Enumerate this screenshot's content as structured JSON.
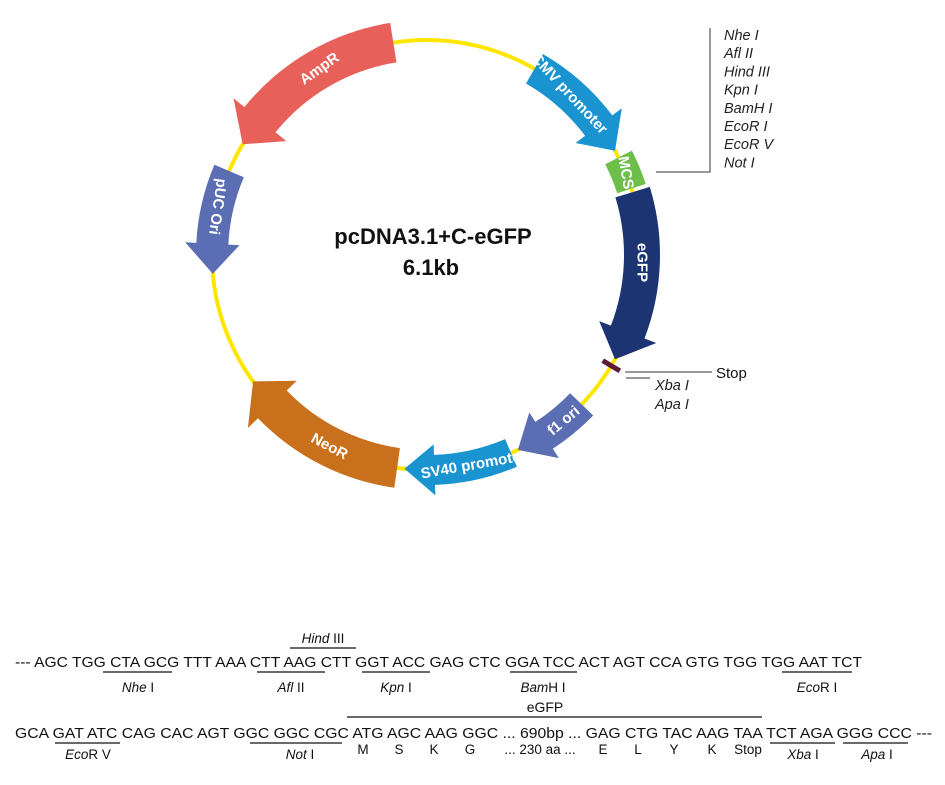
{
  "plasmid": {
    "name": "pcDNA3.1+C-eGFP",
    "size": "6.1kb",
    "backbone_color": "#ffe600",
    "features": [
      {
        "label": "CMV promoter",
        "color": "#1a93d1"
      },
      {
        "label": "MCS",
        "color": "#6dbf4a"
      },
      {
        "label": "eGFP",
        "color": "#1c3572"
      },
      {
        "label": "f1 ori",
        "color": "#5b6db3"
      },
      {
        "label": "SV40 promoter",
        "color": "#1a93d1"
      },
      {
        "label": "NeoR",
        "color": "#c8701c"
      },
      {
        "label": "pUC Ori",
        "color": "#5b6db3"
      },
      {
        "label": "AmpR",
        "color": "#e8605a"
      }
    ],
    "mcs_sites": [
      "Nhe I",
      "Afl II",
      "Hind III",
      "Kpn I",
      "BamH I",
      "EcoR I",
      "EcoR V",
      "Not I"
    ],
    "stop_label": "Stop",
    "stop_color": "#5a1a3a",
    "downstream_sites": [
      "Xba I",
      "Apa I"
    ]
  },
  "sequence": {
    "row1": "--- AGC TGG CTA GCG TTT AAA CTT AAG CTT GGT ACC GAG CTC GGA TCC ACT AGT CCA GTG TGG TGG AAT TCT",
    "row2": "GCA GAT ATC CAG CAC AGT GGC GGC CGC ATG AGC AAG GGC ... 690bp ... GAG CTG TAC AAG TAA TCT AGA GGG CCC ---",
    "row1_sites": [
      {
        "italic": "Nhe",
        "roman": " I"
      },
      {
        "italic": "Afl",
        "roman": " II"
      },
      {
        "italic": "Kpn",
        "roman": " I"
      },
      {
        "italic": "Bam",
        "roman": "H I"
      },
      {
        "italic": "Eco",
        "roman": "R I"
      }
    ],
    "hind_site": {
      "italic": "Hind",
      "roman": " III"
    },
    "row2_sites": [
      {
        "italic": "Eco",
        "roman": "R V"
      },
      {
        "italic": "Not",
        "roman": " I"
      },
      {
        "italic": "Xba",
        "roman": " I"
      },
      {
        "italic": "Apa",
        "roman": " I"
      }
    ],
    "egfp_label": "eGFP",
    "egfp_color": "#e8403a",
    "amino_acids": [
      "M",
      "S",
      "K",
      "G",
      "... 230 aa ...",
      "E",
      "L",
      "Y",
      "K",
      "Stop"
    ]
  }
}
